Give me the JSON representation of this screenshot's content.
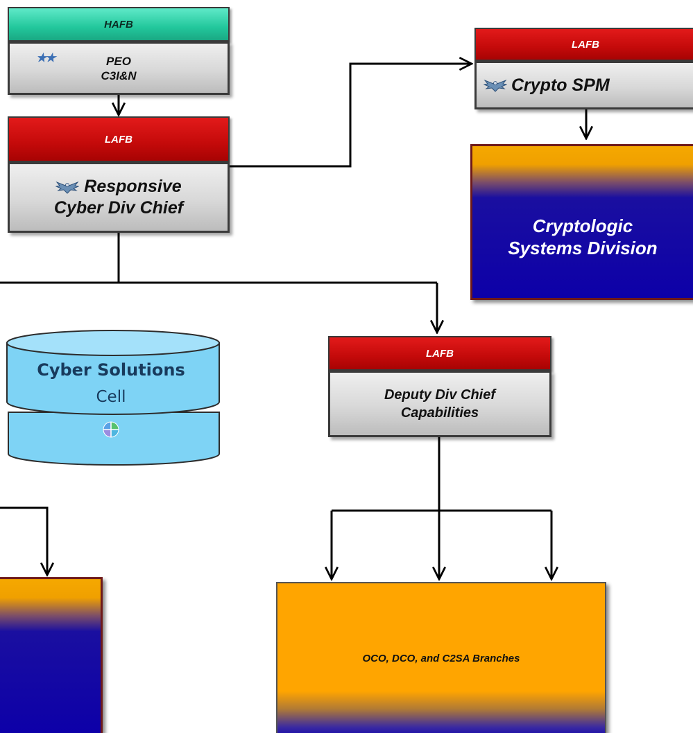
{
  "colors": {
    "hafb_band": "#22c79c",
    "lafb_band": "#c40a0a",
    "box_gray": "#d8d8d8",
    "division_orange": "#f5a800",
    "division_blue": "#0d00a8",
    "cylinder_blue": "#7ed3f5",
    "branches_orange": "#ffa500"
  },
  "peo": {
    "band_label": "HAFB",
    "title_line1": "PEO",
    "title_line2": "C3I&N",
    "insignia": "two-star-icon"
  },
  "cyber_div_chief": {
    "band_label": "LAFB",
    "title_line1": "Responsive",
    "title_line2": "Cyber Div Chief",
    "insignia": "eagle-icon"
  },
  "crypto_spm": {
    "band_label": "LAFB",
    "title": "Crypto SPM",
    "insignia": "eagle-icon"
  },
  "cryptologic_division": {
    "title_line1": "Cryptologic",
    "title_line2": "Systems Division"
  },
  "cyber_solutions_cell": {
    "title_line1": "Cyber Solutions",
    "title_line2": "Cell",
    "icon": "quadrant-globe-icon"
  },
  "deputy_div_chief": {
    "band_label": "LAFB",
    "title_line1": "Deputy Div Chief",
    "title_line2": "Capabilities"
  },
  "branches": {
    "title": "OCO, DCO, and C2SA Branches"
  }
}
